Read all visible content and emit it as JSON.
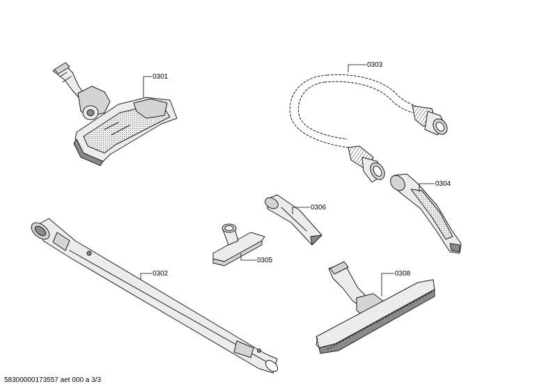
{
  "parts": [
    {
      "id": "nozzle",
      "label": "0301",
      "icon": "turbo-brush-nozzle"
    },
    {
      "id": "tube",
      "label": "0302",
      "icon": "telescopic-tube"
    },
    {
      "id": "hose",
      "label": "0303",
      "icon": "suction-hose"
    },
    {
      "id": "handle",
      "label": "0304",
      "icon": "hose-handle"
    },
    {
      "id": "upholstery",
      "label": "0305",
      "icon": "upholstery-nozzle"
    },
    {
      "id": "crevice",
      "label": "0306",
      "icon": "crevice-tool"
    },
    {
      "id": "floor",
      "label": "0308",
      "icon": "parquet-floor-nozzle"
    }
  ],
  "footer": {
    "doc_ref": "58300000173557 aet 000 a 3/3"
  },
  "colors": {
    "line": "#1a1a1a",
    "fill_light": "#ececec",
    "fill_mid": "#d4d4d4",
    "fill_dark": "#8a8a8a"
  }
}
